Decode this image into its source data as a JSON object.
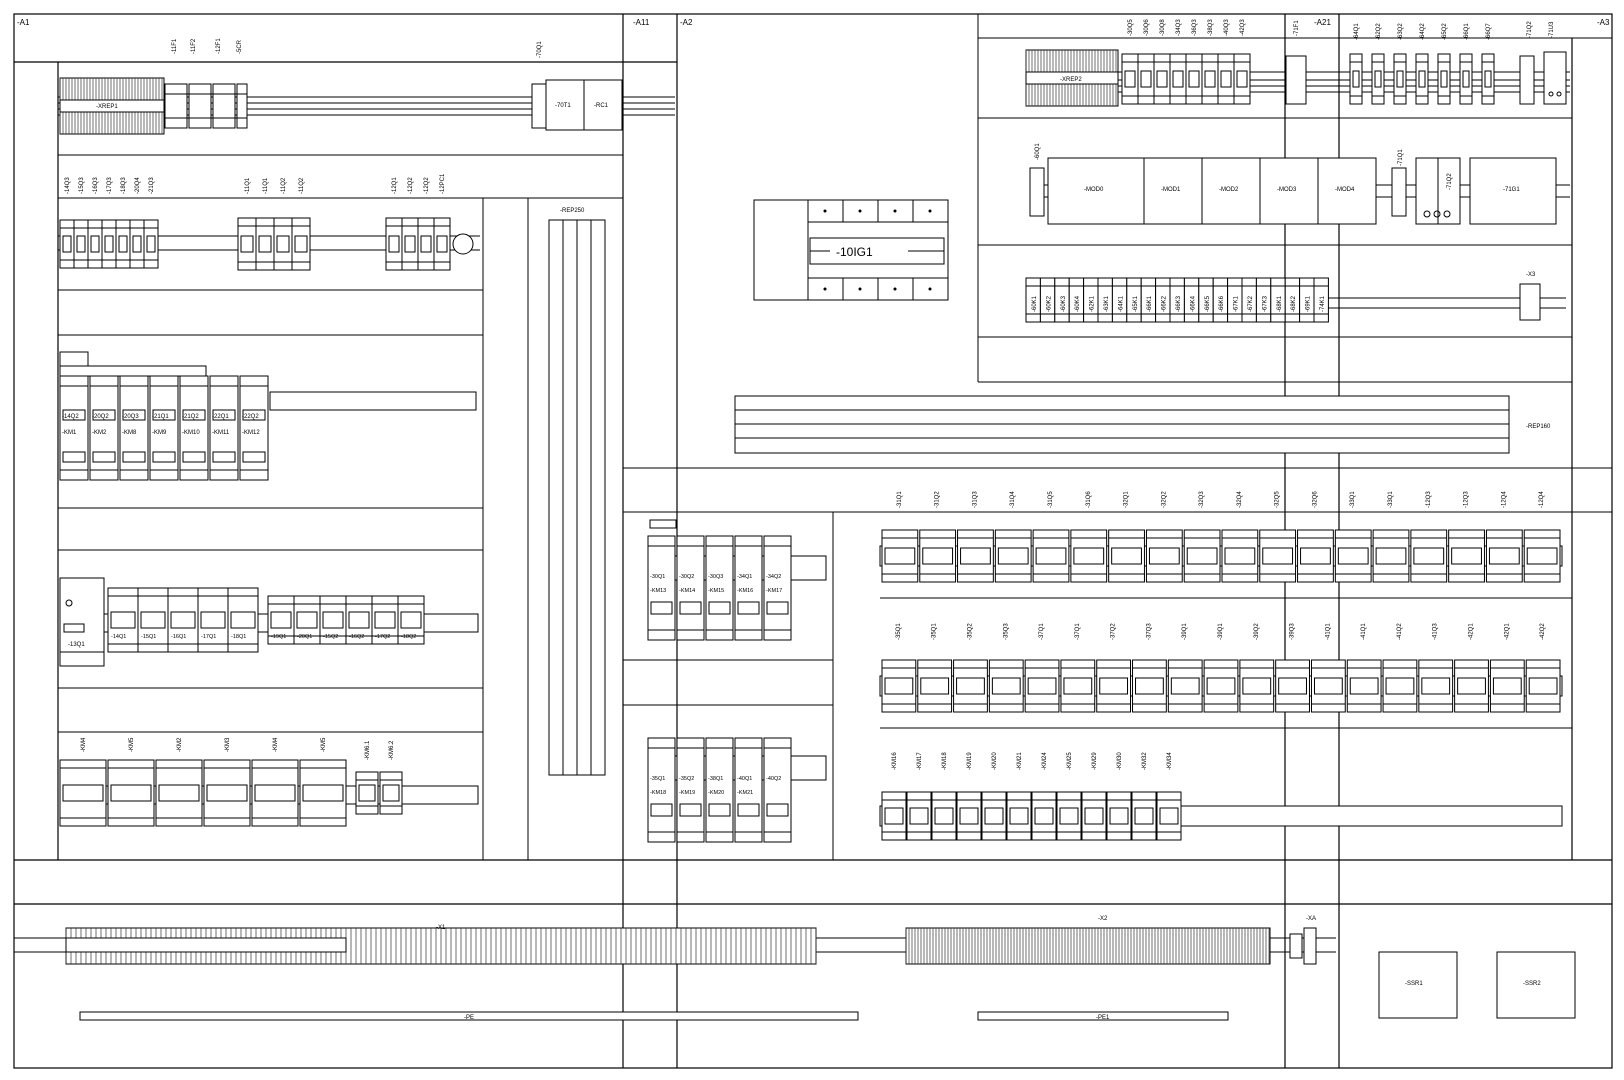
{
  "colors": {
    "line": "#000000",
    "background": "#ffffff",
    "hatch": "#333333"
  },
  "areas": {
    "a1": "-A1",
    "a11": "-A11",
    "a2": "-A2",
    "a21": "-A21",
    "a3": "-A3"
  },
  "a1_top": {
    "fuse_labels": [
      "-11F1",
      "-11F2",
      "-12F1",
      "-5CR"
    ],
    "terminal": "-XREP1",
    "relay_top": "-70Q1",
    "module_a": "-70T1",
    "module_b": "-RC1"
  },
  "a1_row2": {
    "labels_a": [
      "-14Q3",
      "-15Q3",
      "-16Q3",
      "-17Q3",
      "-18Q3",
      "-20Q4",
      "-21Q3"
    ],
    "labels_b": [
      "-11Q1",
      "-11Q1",
      "-11Q2",
      "-11Q2"
    ],
    "labels_c": [
      "-12Q1",
      "-12Q2",
      "-12Q2",
      "-12PC1"
    ]
  },
  "a1_row3": {
    "q_labels": [
      "-14Q2",
      "-20Q2",
      "-20Q3",
      "-21Q1",
      "-21Q2",
      "-22Q1",
      "-22Q2"
    ],
    "km_labels": [
      "-KM1",
      "-KM2",
      "-KM8",
      "-KM9",
      "-KM10",
      "-KM11",
      "-KM12"
    ]
  },
  "a1_row4": {
    "big": "-13Q1",
    "labels": [
      "-14Q1",
      "-15Q1",
      "-16Q1",
      "-17Q1",
      "-18Q1",
      "-19Q1",
      "-20Q1",
      "-15Q2",
      "-16Q2",
      "-17Q2",
      "-18Q2"
    ]
  },
  "a1_row5": {
    "labels": [
      "-KM4",
      "-KM5",
      "-KM2",
      "-KM3",
      "-KM4",
      "-KM5",
      "-KM6.1",
      "-KM6.2"
    ]
  },
  "rep250": "-REP250",
  "a11": {
    "top_q": [
      "-30Q1",
      "-30Q2",
      "-30Q3",
      "-34Q1",
      "-34Q2"
    ],
    "top_km": [
      "-KM13",
      "-KM14",
      "-KM15",
      "-KM16",
      "-KM17"
    ],
    "bot_q": [
      "-35Q1",
      "-35Q2",
      "-38Q1",
      "-40Q1",
      "-40Q2"
    ],
    "bot_km": [
      "-KM18",
      "-KM19",
      "-KM20",
      "-KM21"
    ]
  },
  "inverter": {
    "name": "-10IG1"
  },
  "a3": {
    "terminal": "-XREP2",
    "top_labels_a": [
      "-30Q5",
      "-30Q6",
      "-30Q8",
      "-34Q3",
      "-36Q3",
      "-38Q3",
      "-40Q3",
      "-42Q3"
    ],
    "top_label_b": "-71F1",
    "top_labels_c": [
      "-64Q1",
      "-62Q2",
      "-63Q2",
      "-64Q2",
      "-65Q2",
      "-66Q1",
      "-66Q7"
    ],
    "top_labels_d": [
      "-71Q2",
      "-71U3"
    ],
    "mod_left": "-60Q1",
    "mods": [
      "-MOD0",
      "-MOD1",
      "-MOD2",
      "-MOD3",
      "-MOD4"
    ],
    "mod_right_labels": [
      "-71Q1",
      "-71Q2"
    ],
    "mod_end": "-71G1",
    "x3": "-X3",
    "x3_terms": [
      "-60K1",
      "-60K2",
      "-60K3",
      "-60K4",
      "-62K1",
      "-63K1",
      "-64K1",
      "-65K1",
      "-66K1",
      "-66K2",
      "-66K3",
      "-66K4",
      "-66K5",
      "-66K6",
      "-67K1",
      "-67K2",
      "-67K3",
      "-68K1",
      "-68K2",
      "-69K1",
      "-74K1"
    ]
  },
  "rep160": "-REP160",
  "a2_row1": {
    "labels": [
      "-31Q1",
      "-31Q2",
      "-31Q3",
      "-31Q4",
      "-31Q5",
      "-31Q6",
      "-32Q1",
      "-32Q2",
      "-32Q3",
      "-32Q4",
      "-32Q5",
      "-32Q6",
      "-33Q1",
      "-33Q1",
      "-12Q3",
      "-12Q3",
      "-12Q4",
      "-12Q4"
    ]
  },
  "a2_row2": {
    "labels": [
      "-35Q1",
      "-35Q1",
      "-35Q2",
      "-35Q3",
      "-37Q1",
      "-37Q1",
      "-37Q2",
      "-37Q3",
      "-39Q1",
      "-39Q1",
      "-39Q2",
      "-39Q3",
      "-41Q1",
      "-41Q1",
      "-41Q2",
      "-41Q3",
      "-42Q1",
      "-42Q1",
      "-42Q2"
    ]
  },
  "a2_row3": {
    "labels": [
      "-KM16",
      "-KM17",
      "-KM18",
      "-KM19",
      "-KM20",
      "-KM21",
      "-KM24",
      "-KM25",
      "-KM29",
      "-KM30",
      "-KM32",
      "-KM34"
    ]
  },
  "bottom": {
    "x1": "-X1",
    "x2": "-X2",
    "xa": "-XA",
    "pe1": "-PE",
    "pe2": "-PE1",
    "ssr1": "-SSR1",
    "ssr2": "-SSR2"
  }
}
